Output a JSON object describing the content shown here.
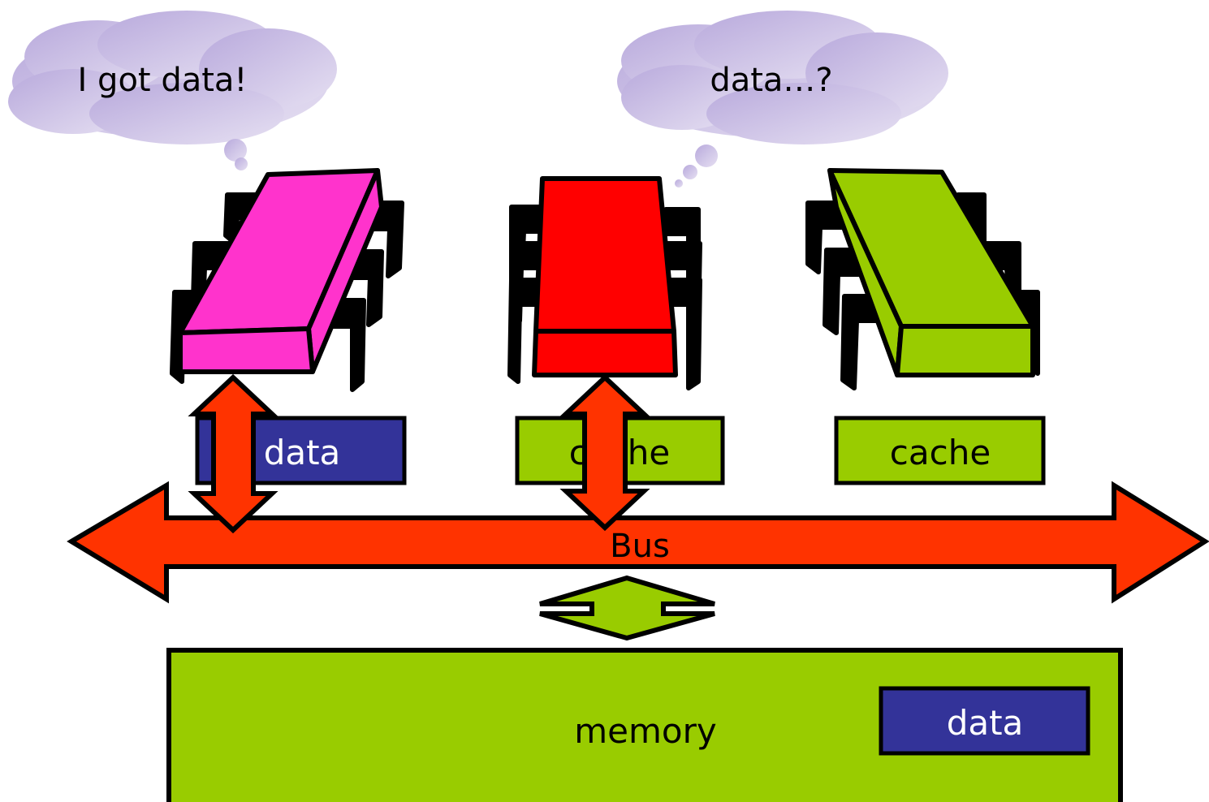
{
  "thought_bubbles": {
    "left": "I got data!",
    "right": "data…?"
  },
  "cpus": [
    {
      "color": "#ff33cc",
      "cache_label": "data",
      "cache_color": "#333399",
      "cache_text_color": "#ffffff"
    },
    {
      "color": "#ff0000",
      "cache_label": "cache",
      "cache_color": "#99cc00",
      "cache_text_color": "#000000"
    },
    {
      "color": "#99cc00",
      "cache_label": "cache",
      "cache_color": "#99cc00",
      "cache_text_color": "#000000"
    }
  ],
  "bus": {
    "label": "Bus",
    "color": "#ff3300"
  },
  "memory": {
    "label": "memory",
    "color": "#99cc00",
    "data_label": "data",
    "data_color": "#333399"
  },
  "colors": {
    "bubble_fill": "#cfc4e6",
    "bubble_stroke": "#b3a6d6",
    "outline": "#000000"
  }
}
